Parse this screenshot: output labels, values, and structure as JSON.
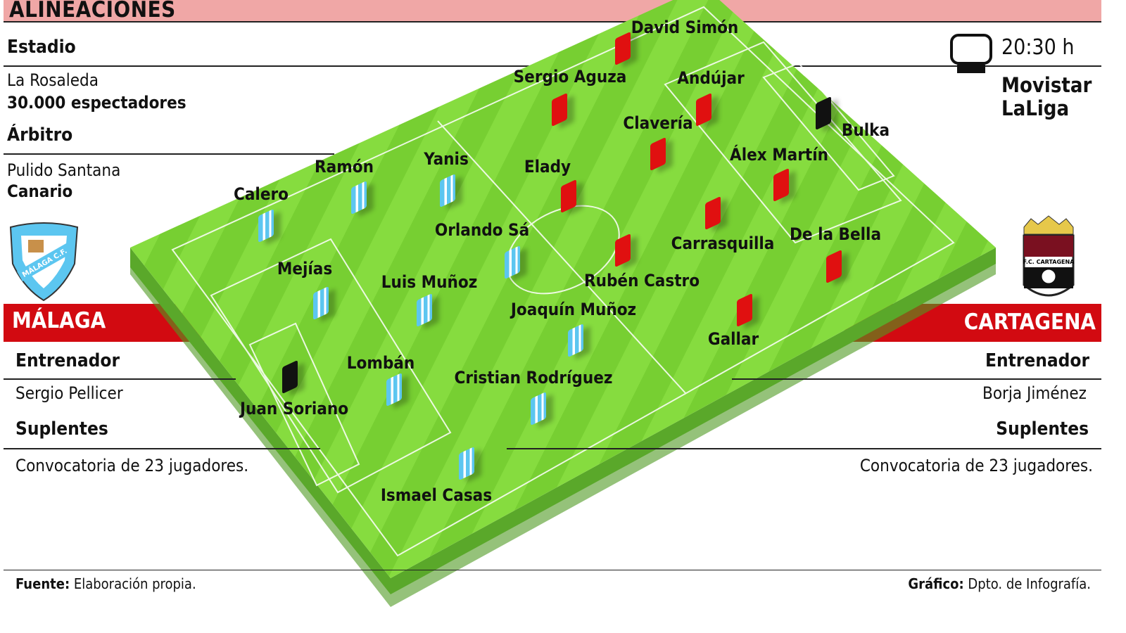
{
  "title": "ALINEACIONES",
  "match": {
    "stadium_label": "Estadio",
    "stadium": "La Rosaleda",
    "capacity": "30.000 espectadores",
    "referee_label": "Árbitro",
    "referee": "Pulido Santana",
    "referee_origin": "Canario",
    "time": "20:30 h",
    "tv": [
      "Movistar",
      "LaLiga"
    ],
    "tv_icon": "tv-icon"
  },
  "home": {
    "name": "MÁLAGA",
    "coach_label": "Entrenador",
    "coach": "Sergio Pellicer",
    "subs_label": "Suplentes",
    "subs": "Convocatoria de 23 jugadores.",
    "crest_text": "MÁLAGA C.F.",
    "color": "#5cc6f0",
    "players": [
      "Calero",
      "Ramón",
      "Yanis",
      "Orlando Sá",
      "Mejías",
      "Luis Muñoz",
      "Joaquín Muñoz",
      "Lombán",
      "Cristian Rodríguez",
      "Juan Soriano",
      "Ismael Casas"
    ]
  },
  "away": {
    "name": "CARTAGENA",
    "coach_label": "Entrenador",
    "coach": "Borja Jiménez",
    "subs_label": "Suplentes",
    "subs": "Convocatoria de 23 jugadores.",
    "crest_text": "F.C. CARTAGENA",
    "color": "#e01010",
    "players": [
      "David Simón",
      "Sergio Aguza",
      "Andújar",
      "Clavería",
      "Bulka",
      "Álex Martín",
      "Elady",
      "Carrasquilla",
      "De la Bella",
      "Rubén Castro",
      "Gallar"
    ]
  },
  "footer": {
    "source_label": "Fuente:",
    "source": "Elaboración propia.",
    "credit_label": "Gráfico:",
    "credit": "Dpto. de Infografía."
  },
  "colors": {
    "header": "#f0a7a6",
    "team_bar": "#d20a11",
    "pitch": "#7ed63a"
  }
}
